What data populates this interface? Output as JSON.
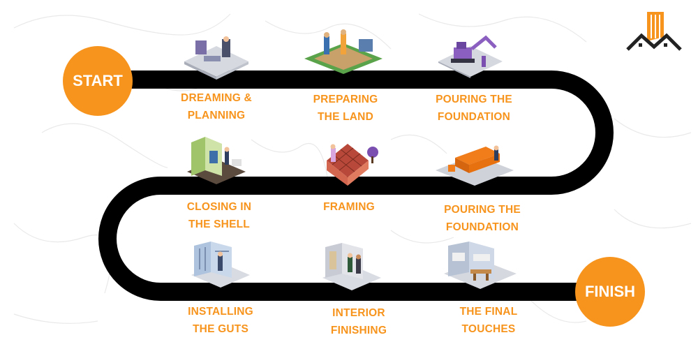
{
  "start_label": "START",
  "finish_label": "FINISH",
  "accent_color": "#f7941d",
  "road_color": "#000000",
  "logo_icon": "house-building-logo-icon",
  "stages": [
    {
      "label": "DREAMING &\nPLANNING",
      "icon": "planning-desk-icon"
    },
    {
      "label": "PREPARING\nTHE LAND",
      "icon": "land-preparation-icon"
    },
    {
      "label": "POURING THE\nFOUNDATION",
      "icon": "excavator-icon"
    },
    {
      "label": "POURING THE\nFOUNDATION",
      "icon": "foundation-forms-icon"
    },
    {
      "label": "FRAMING",
      "icon": "roof-framing-icon"
    },
    {
      "label": "CLOSING IN\nTHE SHELL",
      "icon": "wall-cladding-icon"
    },
    {
      "label": "INSTALLING\nTHE GUTS",
      "icon": "plumbing-wiring-icon"
    },
    {
      "label": "INTERIOR\nFINISHING",
      "icon": "interior-workers-icon"
    },
    {
      "label": "THE FINAL\nTOUCHES",
      "icon": "finished-kitchen-icon"
    }
  ]
}
